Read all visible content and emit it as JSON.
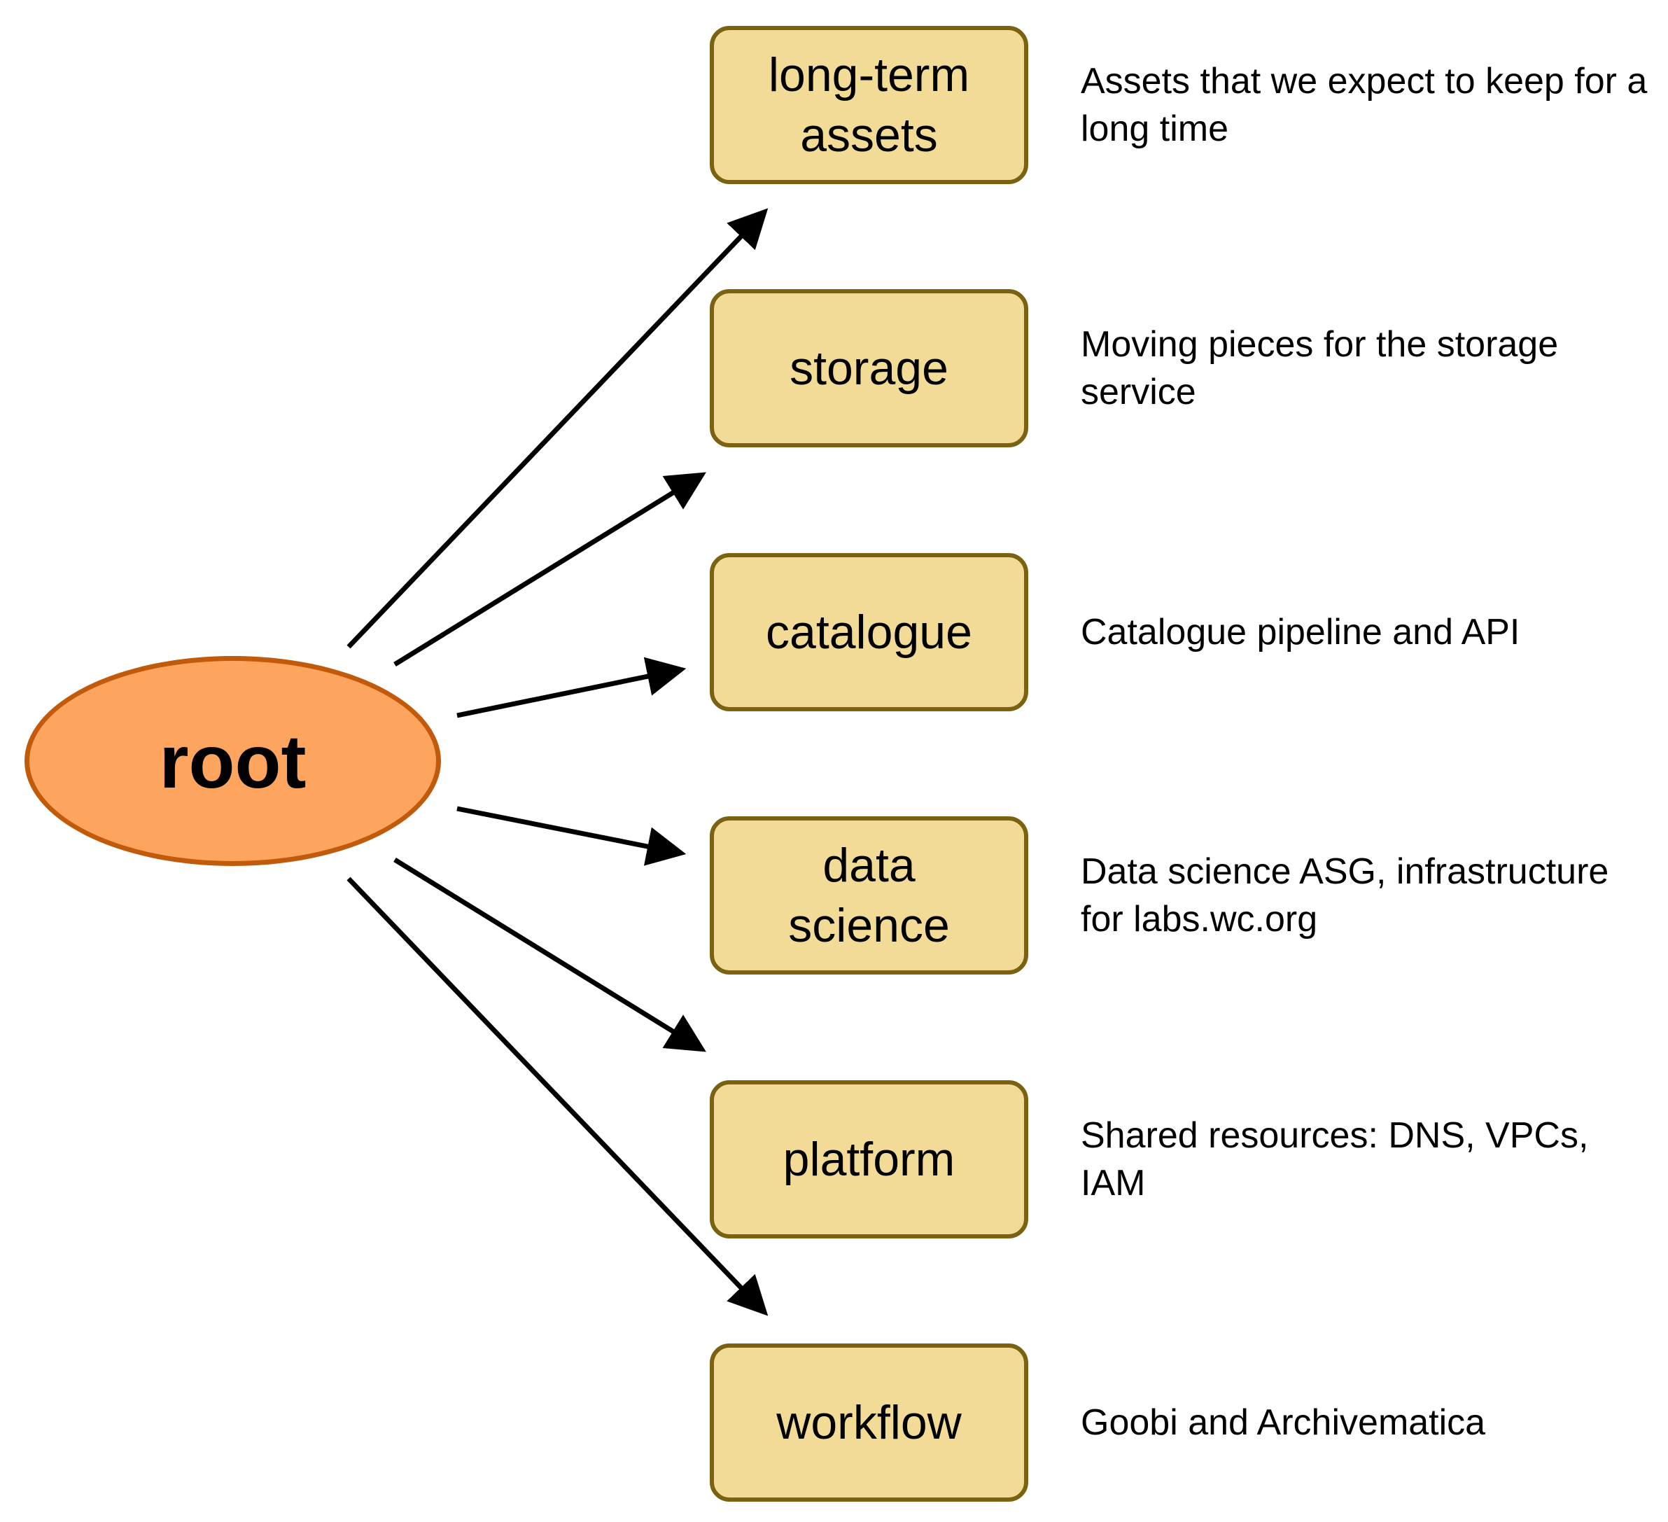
{
  "root": {
    "label": "root"
  },
  "children": [
    {
      "label": "long-term\nassets",
      "description": "Assets that we expect to keep for a long time"
    },
    {
      "label": "storage",
      "description": "Moving pieces for the storage service"
    },
    {
      "label": "catalogue",
      "description": "Catalogue pipeline and API"
    },
    {
      "label": "data\nscience",
      "description": "Data science ASG, infrastructure for labs.wc.org"
    },
    {
      "label": "platform",
      "description": "Shared resources: DNS, VPCs, IAM"
    },
    {
      "label": "workflow",
      "description": "Goobi and Archivematica"
    }
  ],
  "colors": {
    "root_fill": "#fda55f",
    "root_border": "#c25a0c",
    "box_fill": "#f2db97",
    "box_border": "#7b6212",
    "arrow": "#000000"
  }
}
